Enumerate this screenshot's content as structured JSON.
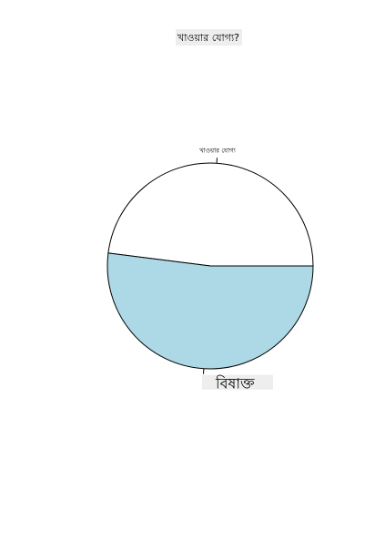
{
  "chart_data": {
    "type": "pie",
    "title": "খাওয়ার যোগ্য?",
    "categories": [
      "খাওয়ার যোগ্য",
      "বিষাক্ত"
    ],
    "values": [
      48,
      52
    ],
    "colors": [
      "#ffffff",
      "#add8e6"
    ],
    "start_angle_deg": 0,
    "direction": "counterclockwise",
    "legend": "none",
    "grid": false
  }
}
